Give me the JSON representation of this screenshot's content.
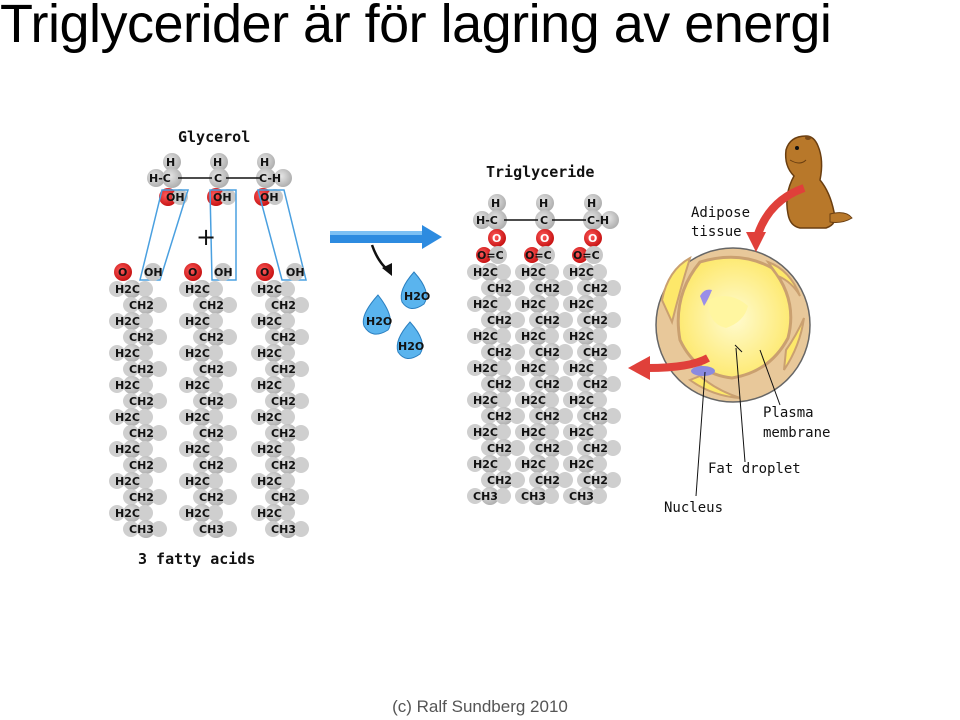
{
  "slide": {
    "title": "Triglycerider är för lagring av energi",
    "footer": "(c) Ralf Sundberg 2010"
  },
  "diagram": {
    "glycerol_label": "Glycerol",
    "triglyceride_label": "Triglyceride",
    "fatty_acids_label": "3 fatty acids",
    "plus_sign": "+",
    "water_label": "H2O",
    "adipose_label_line1": "Adipose",
    "adipose_label_line2": "tissue",
    "plasma_label_line1": "Plasma",
    "plasma_label_line2": "membrane",
    "fat_droplet_label": "Fat droplet",
    "nucleus_label": "Nucleus"
  },
  "colors": {
    "oxygen": "#e8262a",
    "hydrogen_shadow": "#c8c8c8",
    "reaction_arrow": "#2d8be0",
    "water": "#5ab4ee",
    "cell_yellow": "#ffe83a",
    "cell_border": "#e8b27a",
    "curved_arrow": "#e0403a",
    "nucleus": "#8a8ae0"
  },
  "icons": {
    "animal": "prairie-dog-icon",
    "water_drop": "water-drop-icon"
  }
}
